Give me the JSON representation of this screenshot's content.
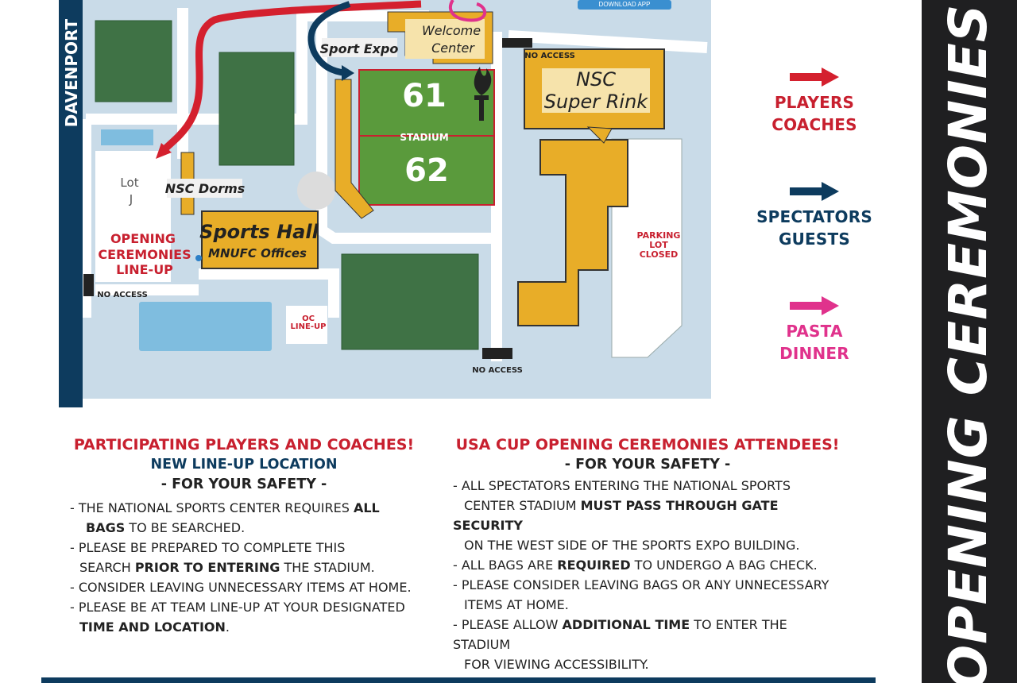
{
  "map": {
    "street": "DAVENPORT",
    "app_button": "DOWNLOAD APP",
    "labels": {
      "welcome_center_line1": "Welcome",
      "welcome_center_line2": "Center",
      "sport_expo": "Sport Expo",
      "field_61": "61",
      "stadium": "STADIUM",
      "field_62": "62",
      "super_rink_line1": "NSC",
      "super_rink_line2": "Super Rink",
      "lot_j_line1": "Lot",
      "lot_j_line2": "J",
      "nsc_dorms": "NSC Dorms",
      "sports_hall": "Sports Hall",
      "mnufc_offices": "MNUFC Offices",
      "opening_lineup_1": "OPENING",
      "opening_lineup_2": "CEREMONIES",
      "opening_lineup_3": "LINE-UP",
      "no_access_top": "NO ACCESS",
      "no_access_left": "NO ACCESS",
      "no_access_bottom": "NO ACCESS",
      "oc_lineup_1": "OC",
      "oc_lineup_2": "LINE-UP",
      "parking_1": "PARKING",
      "parking_2": "LOT",
      "parking_3": "CLOSED"
    }
  },
  "legend": {
    "players": {
      "line1": "PLAYERS",
      "line2": "COACHES",
      "color": "#d4202e"
    },
    "spectators": {
      "line1": "SPECTATORS",
      "line2": "GUESTS",
      "color": "#0d3b5e"
    },
    "pasta": {
      "line1": "PASTA",
      "line2": "DINNER",
      "color": "#e0328c"
    }
  },
  "sidebar": {
    "title": "OPENING CEREMONIES MAP |"
  },
  "players_section": {
    "heading": "PARTICIPATING PLAYERS AND COACHES!",
    "subheading": "NEW LINE-UP LOCATION",
    "safety": "- FOR YOUR SAFETY -",
    "items": [
      {
        "a": "- THE NATIONAL SPORTS CENTER REQUIRES ",
        "b": "ALL",
        "c": "",
        "d": "BAGS",
        "e": " TO BE SEARCHED."
      },
      {
        "a": "- PLEASE BE PREPARED TO COMPLETE THIS",
        "b": "",
        "c": "SEARCH ",
        "d": "PRIOR TO ENTERING",
        "e": " THE STADIUM."
      },
      {
        "a": "- CONSIDER LEAVING UNNECESSARY ITEMS AT HOME."
      },
      {
        "a": "- PLEASE BE AT TEAM LINE-UP AT YOUR DESIGNATED",
        "b": "",
        "c": "",
        "d": "TIME AND LOCATION",
        "e": "."
      }
    ]
  },
  "attendees_section": {
    "heading": "USA CUP OPENING CEREMONIES ATTENDEES!",
    "safety": "- FOR YOUR SAFETY -",
    "items": [
      {
        "l1": "- ALL SPECTATORS ENTERING THE NATIONAL SPORTS",
        "l2a": "CENTER STADIUM ",
        "l2b": "MUST PASS THROUGH GATE SECURITY",
        "l3": "ON THE WEST SIDE OF THE SPORTS EXPO BUILDING."
      },
      {
        "a": "- ALL BAGS ARE ",
        "b": "REQUIRED",
        "c": " TO UNDERGO A BAG CHECK."
      },
      {
        "l1": "- PLEASE CONSIDER LEAVING BAGS OR ANY UNNECESSARY",
        "l2": "ITEMS AT HOME."
      },
      {
        "a": "- PLEASE ALLOW ",
        "b": "ADDITIONAL TIME",
        "c": " TO ENTER THE STADIUM",
        "l2": "FOR VIEWING ACCESSIBILITY."
      }
    ]
  },
  "colors": {
    "road_bg": "#c9dbe8",
    "building": "#e8ad28",
    "field_green": "#5a9a3c",
    "dark_field": "#3f7245",
    "water": "#7fbddf",
    "navy": "#0d3b5e",
    "red": "#c8202f",
    "pink": "#e0328c"
  }
}
